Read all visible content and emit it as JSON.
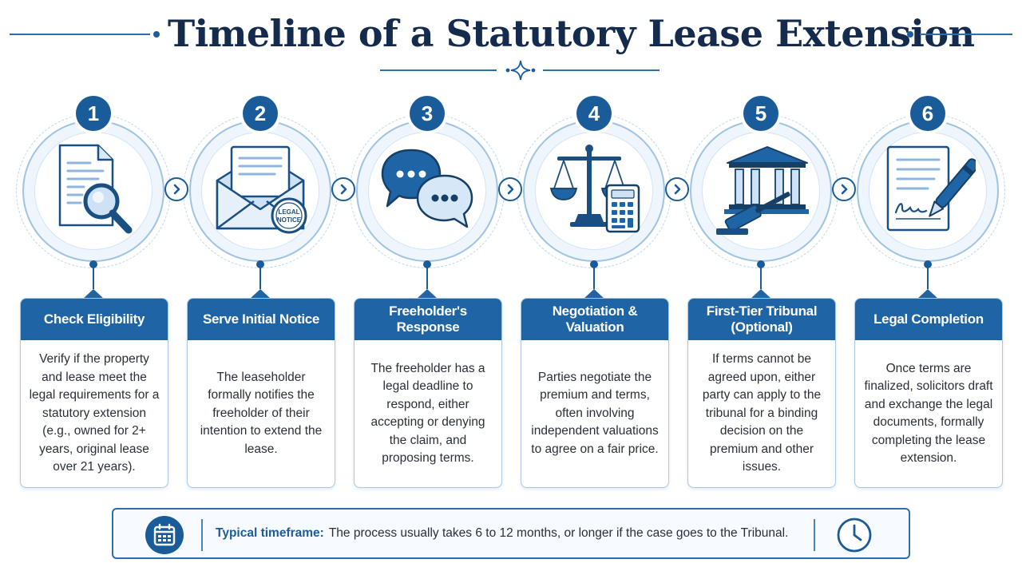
{
  "title": "Timeline of a Statutory Lease Extension",
  "steps": [
    {
      "number": "1",
      "title": "Check Eligibility",
      "body": "Verify if the property and lease meet the legal requirements for a statutory extension (e.g., owned for 2+ years, original lease over 21 years).",
      "icon": "document-magnifier-icon"
    },
    {
      "number": "2",
      "title": "Serve Initial Notice",
      "body": "The leaseholder formally notifies the freeholder of their intention to extend the lease.",
      "icon": "envelope-legal-notice-icon",
      "stamp_line1": "LEGAL",
      "stamp_line2": "NOTICE"
    },
    {
      "number": "3",
      "title": "Freeholder's Response",
      "body": "The freeholder has a legal deadline to respond, either accepting or denying the claim, and proposing terms.",
      "icon": "speech-bubbles-icon"
    },
    {
      "number": "4",
      "title": "Negotiation & Valuation",
      "body": "Parties negotiate the premium and terms, often involving independent valuations to agree on a fair price.",
      "icon": "scales-calculator-icon"
    },
    {
      "number": "5",
      "title": "First-Tier Tribunal (Optional)",
      "body": "If terms cannot be agreed upon, either party can apply to the tribunal for a binding decision on the premium and other issues.",
      "icon": "courthouse-gavel-icon"
    },
    {
      "number": "6",
      "title": "Legal Completion",
      "body": "Once terms are finalized, solicitors draft and exchange the legal documents, formally completing the lease extension.",
      "icon": "document-signature-pen-icon"
    }
  ],
  "footer": {
    "label": "Typical timeframe:",
    "text": "The process usually takes 6 to 12 months, or longer if the case goes to the Tribunal.",
    "left_icon": "calendar-icon",
    "right_icon": "clock-icon"
  },
  "colors": {
    "primary": "#1a5c99",
    "header_blue": "#1f65a6",
    "light_blue": "#eef5fc",
    "title_navy": "#142b4d"
  }
}
